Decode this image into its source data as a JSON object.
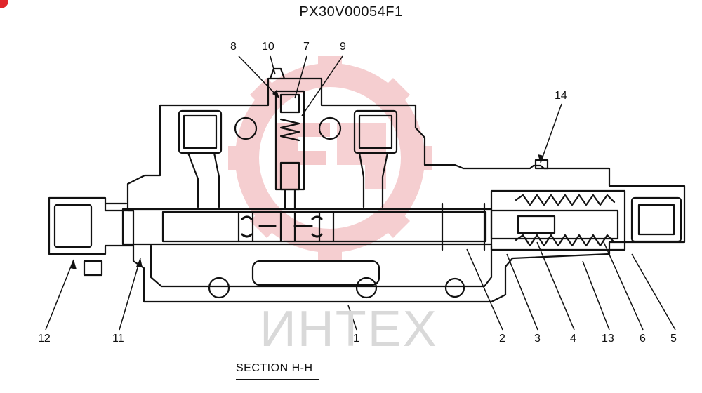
{
  "drawing": {
    "title": "PX30V00054F1",
    "caption": "SECTION  H-H",
    "watermark_text": "ИНТЕХ",
    "colors": {
      "ink": "#111111",
      "watermark_logo": "#f4c9cb",
      "watermark_text": "#d9d9d9",
      "corner_mark": "#e0262b"
    }
  },
  "callouts": [
    {
      "id": "c8",
      "label": "8"
    },
    {
      "id": "c10",
      "label": "10"
    },
    {
      "id": "c7",
      "label": "7"
    },
    {
      "id": "c9",
      "label": "9"
    },
    {
      "id": "c14",
      "label": "14"
    },
    {
      "id": "c12",
      "label": "12"
    },
    {
      "id": "c11",
      "label": "11"
    },
    {
      "id": "c1",
      "label": "1"
    },
    {
      "id": "c2",
      "label": "2"
    },
    {
      "id": "c3",
      "label": "3"
    },
    {
      "id": "c4",
      "label": "4"
    },
    {
      "id": "c13",
      "label": "13"
    },
    {
      "id": "c6",
      "label": "6"
    },
    {
      "id": "c5",
      "label": "5"
    }
  ]
}
